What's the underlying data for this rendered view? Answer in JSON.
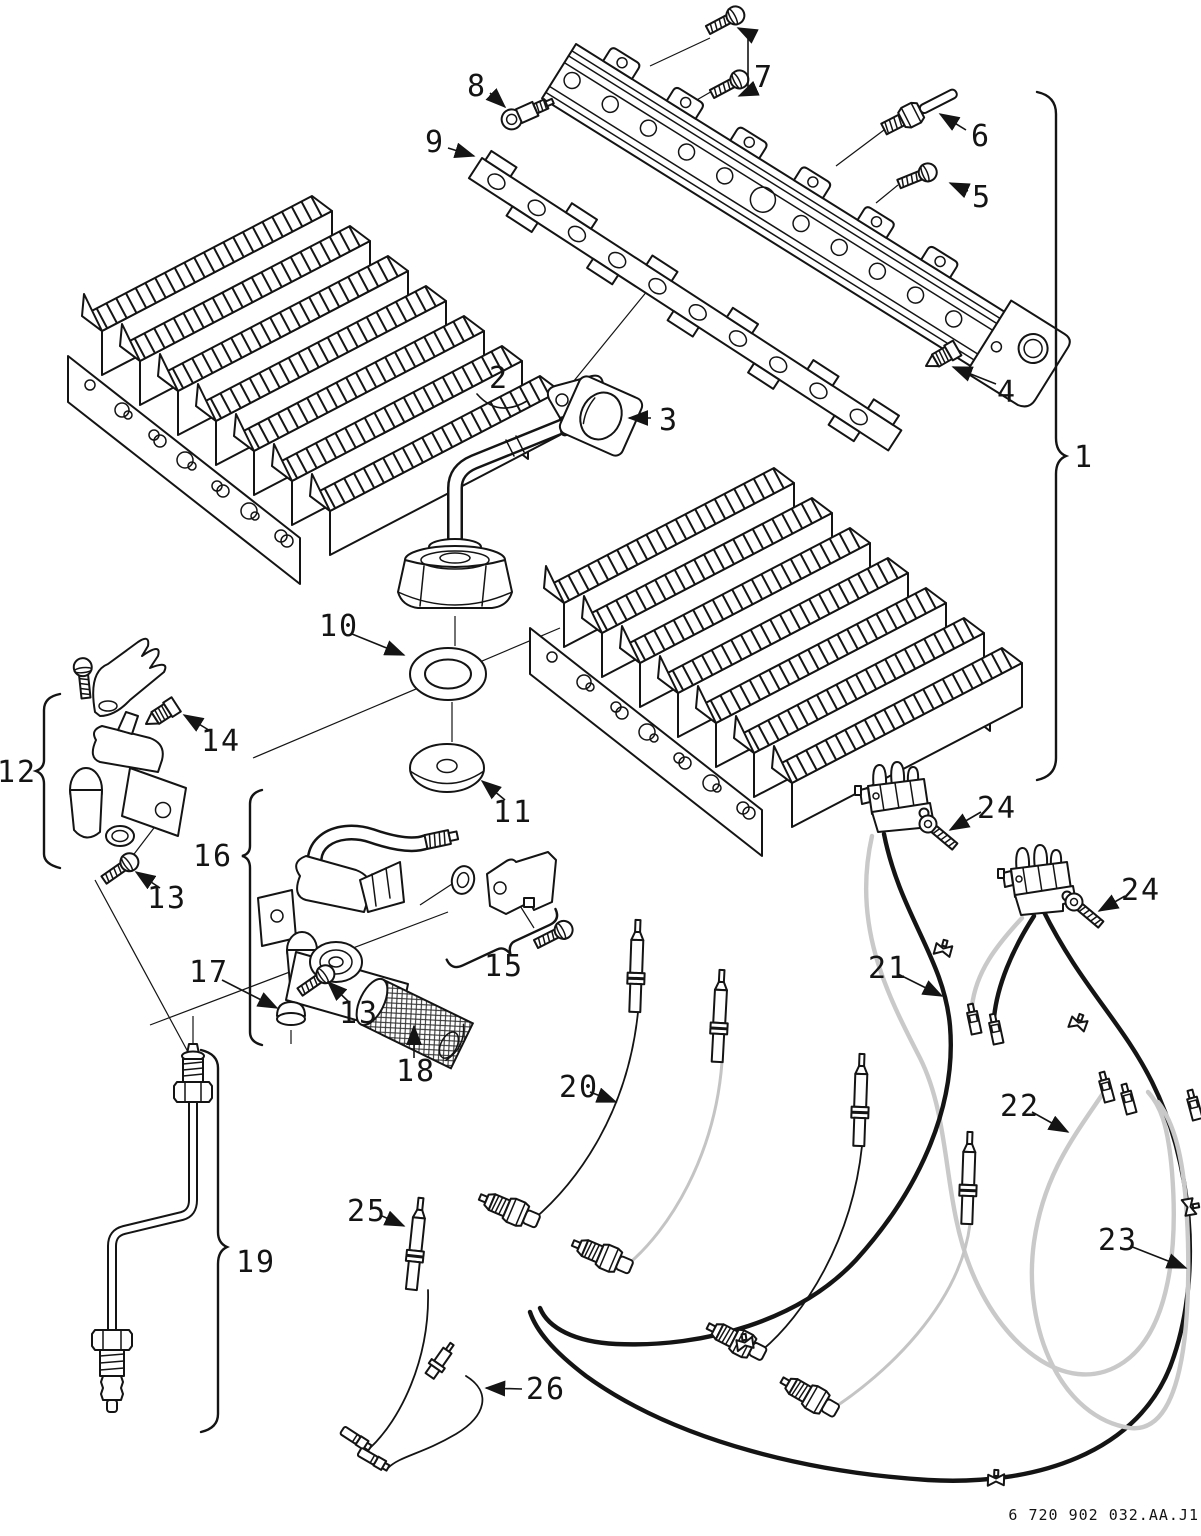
{
  "figure": {
    "doc_number": "6 720 902 032.AA.J1"
  },
  "callouts": {
    "c1": "1",
    "c2": "2",
    "c3": "3",
    "c4": "4",
    "c5": "5",
    "c6": "6",
    "c7": "7",
    "c8": "8",
    "c9": "9",
    "c10": "10",
    "c11": "11",
    "c12": "12",
    "c13a": "13",
    "c13b": "13",
    "c14": "14",
    "c15": "15",
    "c16": "16",
    "c17": "17",
    "c18": "18",
    "c19": "19",
    "c20": "20",
    "c21": "21",
    "c22": "22",
    "c23": "23",
    "c24a": "24",
    "c24b": "24",
    "c25": "25",
    "c26": "26"
  }
}
